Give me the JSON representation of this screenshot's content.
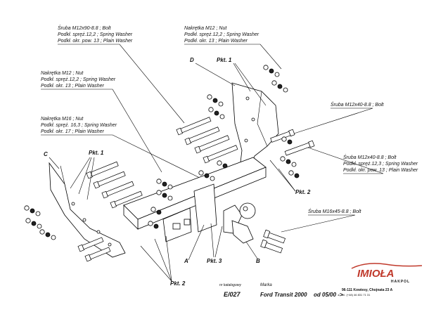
{
  "labels": {
    "bolt_top": [
      "Śruba M12x90-8.8 ; Bolt",
      "Podkł. spręż.12,2 ; Spring Washer",
      "Podkł. okr. pow. 13 ; Plain Washer"
    ],
    "nut_topright": [
      "Nakrętka M12 ; Nut",
      "Podkł. spręż.12,2 ; Spring Washer",
      "Podkł. okr. 13 ; Plain Washer"
    ],
    "nut_left": [
      "Nakrętka M12 ; Nut",
      "Podkł. spręż.12,2 ; Spring Washer",
      "Podkł. okr. 13 ; Plain Washer"
    ],
    "nut_m16": [
      "Nakrętka M16 ; Nut",
      "Podkł. spręż. 16,3 ; Spring Washer",
      "Podkł. okr. 17 ; Plain Washer"
    ],
    "bolt_right1": [
      "Śruba M12x40-8.8 ; Bolt"
    ],
    "bolt_right2": [
      "Śruba M12x40-8.8 ; Bolt",
      "Podkł. spręż.12,3 ; Spring Washer",
      "Podkł. okr. pow. 13 ; Plain Washer"
    ],
    "bolt_m16": [
      "Śruba M16x45-8.8 ; Bolt"
    ]
  },
  "parts": {
    "a": "A",
    "b": "B",
    "c": "C",
    "d": "D"
  },
  "pkt": {
    "p1": "Pkt. 1",
    "p2": "Pkt. 2",
    "p3": "Pkt. 3"
  },
  "footer": {
    "nr_label": "nr katalogowy",
    "nr_value": "E/027",
    "marka_label": "Marka",
    "car": "Ford Transit 2000",
    "from": "od  05/00 ->"
  },
  "logo": {
    "brand": "IMIOŁA",
    "sub": "HAKPOL",
    "address": "96-111 Kowiesy, Chojnata 23 A",
    "phone": "tel. (+48) 46 831 71 31"
  }
}
